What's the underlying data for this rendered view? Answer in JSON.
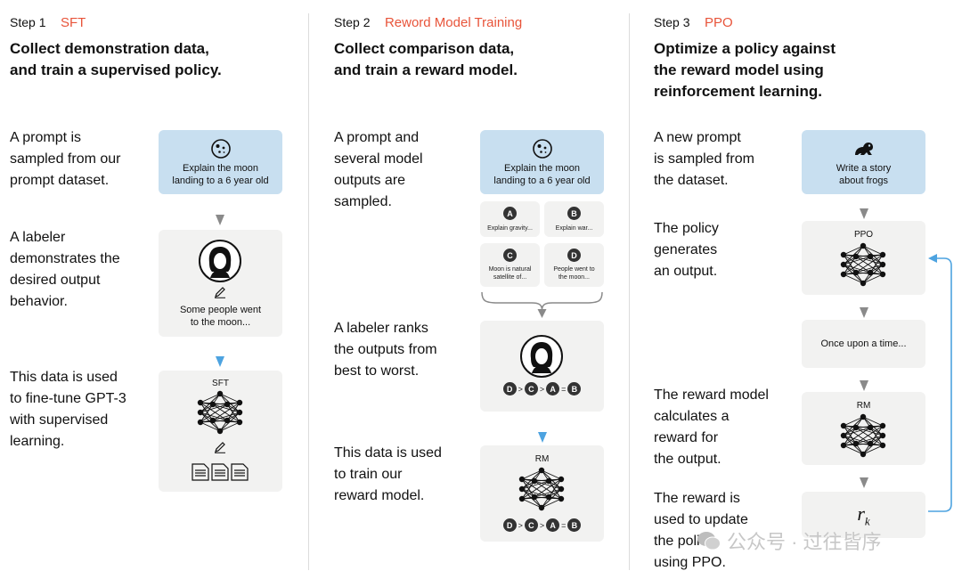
{
  "steps": [
    {
      "number": "Step 1",
      "name": "SFT",
      "heading": [
        "Collect demonstration data,",
        "and train a supervised policy."
      ],
      "descriptions": [
        [
          "A prompt is",
          "sampled from our",
          "prompt dataset."
        ],
        [
          "A labeler",
          "demonstrates the",
          "desired output",
          "behavior."
        ],
        [
          "This data is used",
          "to fine-tune GPT-3",
          "with supervised",
          "learning."
        ]
      ],
      "prompt_card": [
        "Explain the moon",
        "landing to a 6 year old"
      ],
      "labeler_output": [
        "Some people went",
        "to the moon..."
      ],
      "model_label": "SFT"
    },
    {
      "number": "Step 2",
      "name": "Reword Model Training",
      "heading": [
        "Collect comparison data,",
        "and train a reward model."
      ],
      "descriptions": [
        [
          "A prompt and",
          "several model",
          "outputs are",
          "sampled."
        ],
        [
          "A labeler ranks",
          "the outputs from",
          "best to worst."
        ],
        [
          "This data is used",
          "to train our",
          "reward model."
        ]
      ],
      "prompt_card": [
        "Explain the moon",
        "landing to a 6 year old"
      ],
      "outputs": [
        {
          "letter": "A",
          "text": [
            "Explain gravity..."
          ]
        },
        {
          "letter": "B",
          "text": [
            "Explain war..."
          ]
        },
        {
          "letter": "C",
          "text": [
            "Moon is natural",
            "satellite of..."
          ]
        },
        {
          "letter": "D",
          "text": [
            "People went to",
            "the moon..."
          ]
        }
      ],
      "ranking": [
        "D",
        ">",
        "C",
        ">",
        "A",
        "=",
        "B"
      ],
      "model_label": "RM"
    },
    {
      "number": "Step 3",
      "name": "PPO",
      "heading": [
        "Optimize a policy against",
        "the reward model using",
        "reinforcement learning."
      ],
      "descriptions": [
        [
          "A new prompt",
          "is sampled from",
          "the dataset."
        ],
        [
          "The policy",
          "generates",
          "an output."
        ],
        [
          "The reward model",
          "calculates a",
          "reward for",
          "the output."
        ],
        [
          "The reward is",
          "used to update",
          "the policy",
          "using PPO."
        ]
      ],
      "prompt_card": [
        "Write a story",
        "about frogs"
      ],
      "policy_label": "PPO",
      "output_text": "Once upon a time...",
      "rm_label": "RM",
      "reward_symbol": "r",
      "reward_sub": "k"
    }
  ],
  "watermark": {
    "text": "公众号 · 过往皆序"
  },
  "colors": {
    "accent": "#e8543a",
    "prompt_bg": "#c8dff0",
    "card_bg": "#f2f2f1",
    "blue_arrow": "#4da3e0",
    "gray_arrow": "#8a8a8a"
  }
}
